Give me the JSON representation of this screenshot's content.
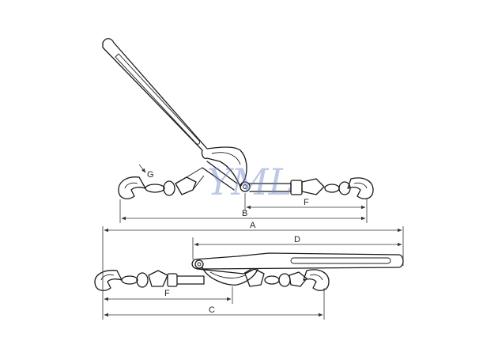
{
  "watermark": "YML",
  "labels": {
    "a": "A",
    "b": "B",
    "c": "C",
    "d": "D",
    "f_top": "F",
    "f_bottom": "F",
    "g": "G"
  },
  "colors": {
    "line": "#1a1a1a",
    "watermark": "#6f86c8"
  }
}
